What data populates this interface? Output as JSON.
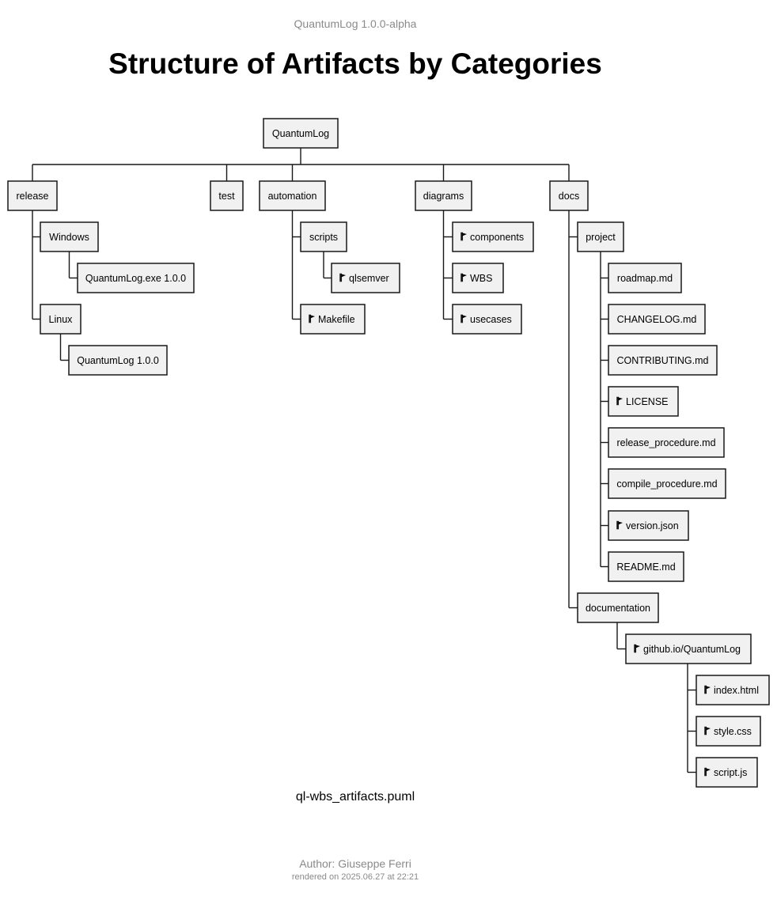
{
  "header": "QuantumLog 1.0.0-alpha",
  "title": "Structure of Artifacts by Categories",
  "caption": "ql-wbs_artifacts.puml",
  "footer": {
    "author": "Author: Giuseppe Ferri",
    "rendered": "rendered on 2025.06.27 at 22:21"
  },
  "tree": {
    "label": "QuantumLog",
    "children": [
      {
        "label": "release",
        "children": [
          {
            "label": "Windows",
            "children": [
              {
                "label": "QuantumLog.exe 1.0.0"
              }
            ]
          },
          {
            "label": "Linux",
            "children": [
              {
                "label": "QuantumLog 1.0.0"
              }
            ]
          }
        ]
      },
      {
        "label": "test"
      },
      {
        "label": "automation",
        "children": [
          {
            "label": "scripts",
            "children": [
              {
                "label": "qlsemver",
                "flag": true
              }
            ]
          },
          {
            "label": "Makefile",
            "flag": true
          }
        ]
      },
      {
        "label": "diagrams",
        "children": [
          {
            "label": "components",
            "flag": true
          },
          {
            "label": "WBS",
            "flag": true
          },
          {
            "label": "usecases",
            "flag": true
          }
        ]
      },
      {
        "label": "docs",
        "children": [
          {
            "label": "project",
            "children": [
              {
                "label": "roadmap.md"
              },
              {
                "label": "CHANGELOG.md"
              },
              {
                "label": "CONTRIBUTING.md"
              },
              {
                "label": "LICENSE",
                "flag": true
              },
              {
                "label": "release_procedure.md"
              },
              {
                "label": "compile_procedure.md"
              },
              {
                "label": "version.json",
                "flag": true
              },
              {
                "label": "README.md"
              }
            ]
          },
          {
            "label": "documentation",
            "children": [
              {
                "label": "github.io/QuantumLog",
                "flag": true,
                "children": [
                  {
                    "label": "index.html",
                    "flag": true
                  },
                  {
                    "label": "style.css",
                    "flag": true
                  },
                  {
                    "label": "script.js",
                    "flag": true
                  }
                ]
              }
            ]
          }
        ]
      }
    ]
  }
}
